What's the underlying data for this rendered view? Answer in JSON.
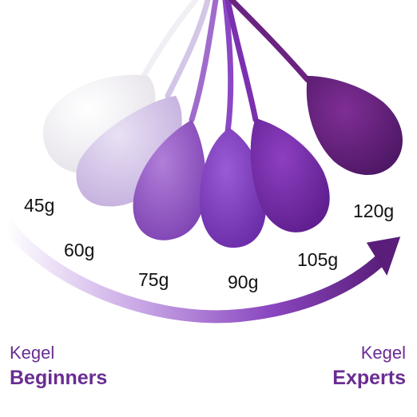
{
  "weights": [
    {
      "label": "45g",
      "color": "#f7f6f8"
    },
    {
      "label": "60g",
      "color": "#d7cbe9"
    },
    {
      "label": "75g",
      "color": "#9a62c9"
    },
    {
      "label": "90g",
      "color": "#8440c4"
    },
    {
      "label": "105g",
      "color": "#7b2fb0"
    },
    {
      "label": "120g",
      "color": "#6a2380"
    }
  ],
  "captions": {
    "left": {
      "top": "Kegel",
      "bottom": "Beginners"
    },
    "right": {
      "top": "Kegel",
      "bottom": "Experts"
    }
  },
  "colors": {
    "arrow_start": "#ffffff",
    "arrow_end": "#5a1e7a",
    "caption": "#6a2c92"
  }
}
